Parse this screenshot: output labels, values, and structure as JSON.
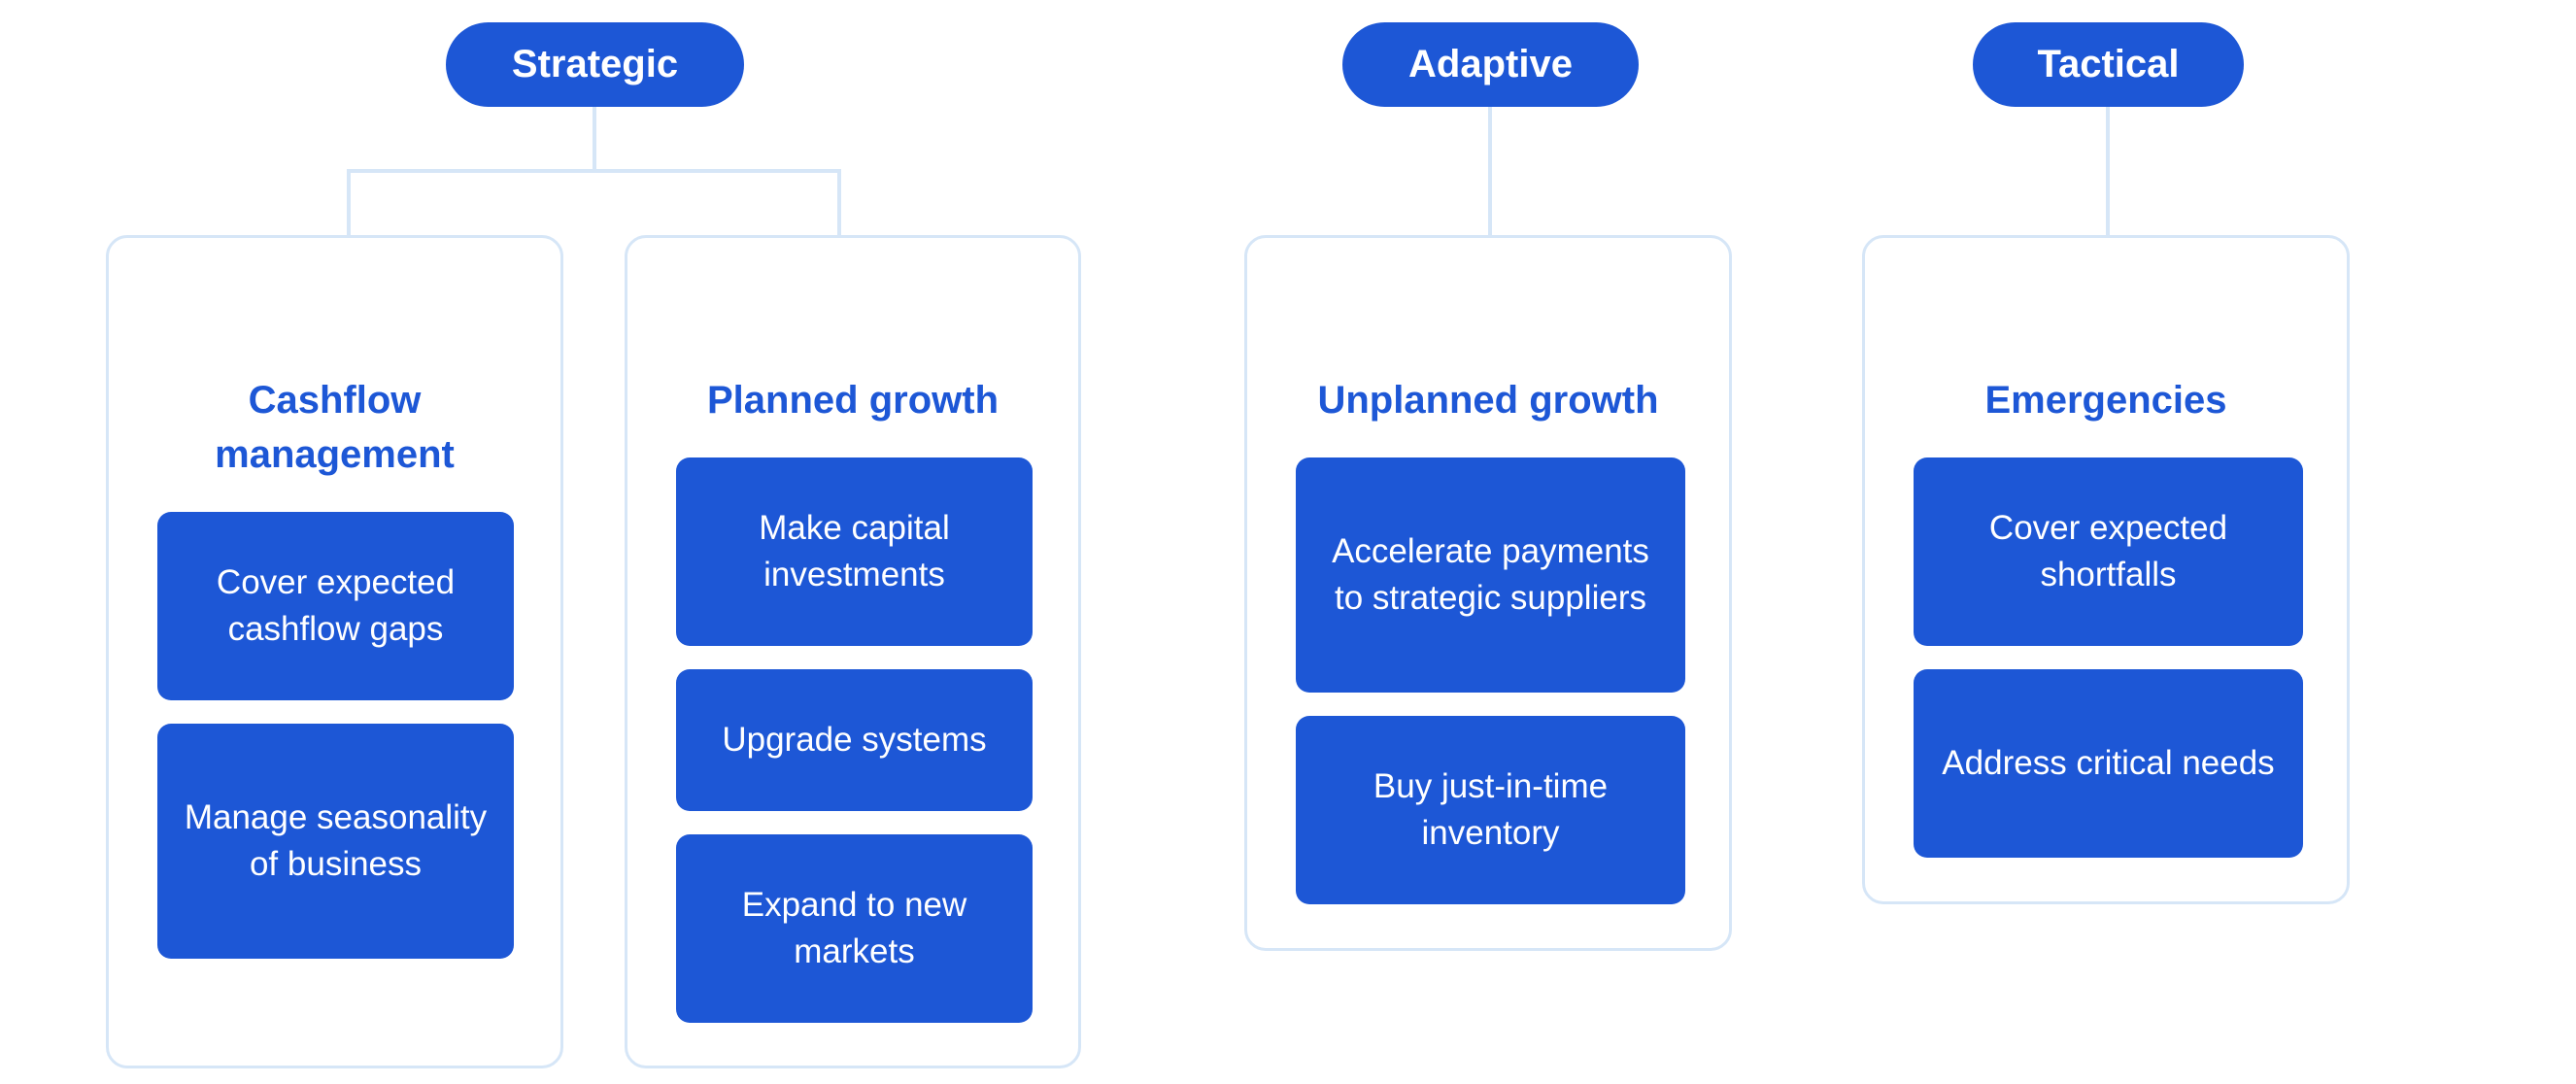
{
  "categories": [
    {
      "label": "Strategic",
      "groups": [
        {
          "title": "Cashflow management",
          "items": [
            "Cover expected cashflow gaps",
            "Manage seasonality of business"
          ]
        },
        {
          "title": "Planned growth",
          "items": [
            "Make capital investments",
            "Upgrade systems",
            "Expand to new markets"
          ]
        }
      ]
    },
    {
      "label": "Adaptive",
      "groups": [
        {
          "title": "Unplanned growth",
          "items": [
            "Accelerate payments to strategic suppliers",
            "Buy just-in-time inventory"
          ]
        }
      ]
    },
    {
      "label": "Tactical",
      "groups": [
        {
          "title": "Emergencies",
          "items": [
            "Cover expected shortfalls",
            "Address critical needs"
          ]
        }
      ]
    }
  ],
  "colors": {
    "primary": "#1d57d6",
    "connector": "#d6e6f7",
    "background": "#ffffff"
  }
}
